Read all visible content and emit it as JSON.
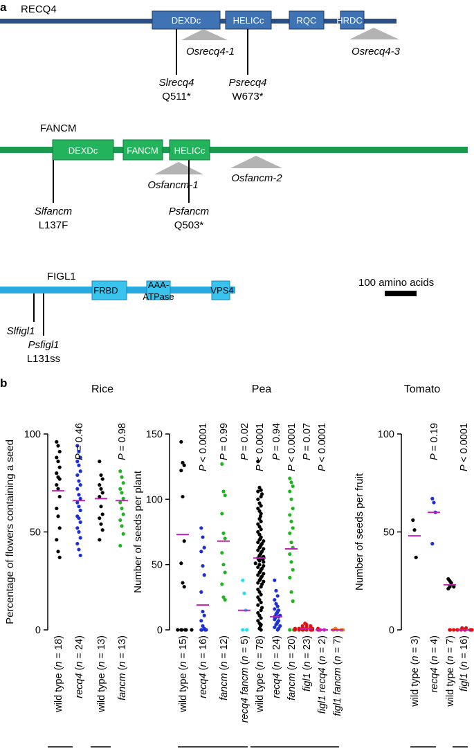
{
  "panel_a": {
    "label": "a",
    "scale_bar_label": "100 amino acids",
    "proteins": [
      {
        "name": "RECQ4",
        "color": "#2a4f86",
        "domain_color": "#3f73b4",
        "domains": [
          "DEXDc",
          "HELICc",
          "RQC",
          "HRDC"
        ],
        "deletions": [
          "Osrecq4-1",
          "Osrecq4-3"
        ],
        "mutations": [
          {
            "gene": "Slrecq4",
            "allele": "Q511*"
          },
          {
            "gene": "Psrecq4",
            "allele": "W673*"
          }
        ]
      },
      {
        "name": "FANCM",
        "color": "#1a9a4e",
        "domain_color": "#22b35c",
        "domains": [
          "DEXDc",
          "FANCM",
          "HELICc"
        ],
        "deletions": [
          "Osfancm-1",
          "Osfancm-2"
        ],
        "mutations": [
          {
            "gene": "Slfancm",
            "allele": "L137F"
          },
          {
            "gene": "Psfancm",
            "allele": "Q503*"
          }
        ]
      },
      {
        "name": "FIGL1",
        "color": "#27a9e1",
        "domain_color": "#39c4ee",
        "domains": [
          "FRBD",
          "AAA-",
          "ATPase",
          "VPS4"
        ],
        "deletions": [],
        "mutations": [
          {
            "gene": "Slfigl1",
            "allele": ""
          },
          {
            "gene": "Psfigl1",
            "allele": "L131ss"
          }
        ]
      }
    ]
  },
  "panel_b": {
    "label": "b",
    "colors": {
      "black": "#000000",
      "blue": "#1f2fd6",
      "green": "#20b520",
      "cyan": "#20e0f0",
      "red": "#e01010",
      "magenta": "#e010e0",
      "orange": "#f07a20",
      "median": "#c21fb8"
    }
  },
  "chart_data": [
    {
      "type": "scatter",
      "title": "Rice",
      "ylabel": "Percentage of flowers containing a seed",
      "ylim": [
        0,
        100
      ],
      "yticks": [
        "0",
        "50",
        "100"
      ],
      "categories": [
        "wild type (n = 18)",
        "recq4 (n = 24)",
        "wild type (n = 13)",
        "fancm (n = 13)"
      ],
      "p_values": [
        "",
        "P = 0.46",
        "",
        "P = 0.98"
      ],
      "series": [
        {
          "color": "black",
          "median": 71,
          "values": [
            96,
            94,
            91,
            88,
            86,
            83,
            80,
            78,
            77,
            74,
            72,
            68,
            62,
            58,
            52,
            46,
            40,
            37
          ]
        },
        {
          "color": "blue",
          "median": 66,
          "values": [
            94,
            91,
            88,
            86,
            84,
            81,
            79,
            76,
            74,
            72,
            69,
            67,
            65,
            63,
            61,
            58,
            57,
            55,
            52,
            50,
            47,
            44,
            41,
            38
          ]
        },
        {
          "color": "black",
          "median": 67,
          "values": [
            86,
            79,
            77,
            74,
            72,
            70,
            68,
            63,
            59,
            57,
            54,
            51,
            46
          ]
        },
        {
          "color": "green",
          "median": 66,
          "values": [
            81,
            78,
            75,
            72,
            70,
            67,
            65,
            62,
            59,
            56,
            53,
            49,
            43
          ]
        }
      ]
    },
    {
      "type": "scatter",
      "title": "Pea",
      "ylabel": "Number of seeds per plant",
      "ylim": [
        0,
        150
      ],
      "yticks": [
        "0",
        "50",
        "100",
        "150"
      ],
      "categories": [
        "wild type (n = 15)",
        "recq4 (n = 16)",
        "fancm (n = 12)",
        "recq4 fancm (n = 5)",
        "wild type (n = 78)",
        "recq4 (n = 24)",
        "fancm (n = 20)",
        "figl1 (n = 23)",
        "figl1 recq4 (n = 2)",
        "figl1 fancm (n = 7)"
      ],
      "p_values": [
        "",
        "P < 0.0001",
        "P = 0.99",
        "P = 0.02",
        "P < 0.0001",
        "P = 0.94",
        "P < 0.0001",
        "P = 0.07",
        "P < 0.0001",
        ""
      ],
      "series": [
        {
          "color": "black",
          "median": 73,
          "values": [
            144,
            128,
            126,
            122,
            102,
            68,
            51,
            36,
            33,
            0,
            0,
            0,
            0,
            0,
            0
          ]
        },
        {
          "color": "blue",
          "median": 19,
          "values": [
            78,
            71,
            63,
            60,
            49,
            42,
            29,
            14,
            11,
            7,
            3,
            1,
            0,
            0,
            0,
            0
          ]
        },
        {
          "color": "green",
          "median": 68,
          "values": [
            127,
            106,
            103,
            89,
            74,
            70,
            59,
            50,
            44,
            35,
            25,
            23
          ]
        },
        {
          "color": "cyan",
          "median": 15,
          "values": [
            38,
            28,
            15,
            0,
            0
          ]
        },
        {
          "color": "black",
          "median": 55,
          "values": [
            129,
            109,
            107,
            106,
            104,
            102,
            100,
            97,
            95,
            93,
            91,
            89,
            87,
            85,
            83,
            81,
            79,
            77,
            75,
            73,
            71,
            70,
            69,
            68,
            67,
            66,
            65,
            64,
            63,
            62,
            61,
            60,
            59,
            58,
            57,
            56,
            55,
            55,
            54,
            54,
            53,
            52,
            51,
            50,
            49,
            48,
            47,
            46,
            45,
            44,
            43,
            42,
            41,
            40,
            39,
            38,
            37,
            36,
            35,
            33,
            31,
            29,
            27,
            25,
            23,
            21,
            19,
            17,
            15,
            13,
            11,
            9,
            7,
            5,
            4,
            3,
            1,
            0
          ]
        },
        {
          "color": "blue",
          "median": 10,
          "values": [
            38,
            30,
            26,
            23,
            20,
            18,
            16,
            15,
            14,
            13,
            12,
            11,
            10,
            10,
            9,
            8,
            7,
            6,
            5,
            4,
            3,
            2,
            1,
            0
          ]
        },
        {
          "color": "green",
          "median": 62,
          "values": [
            116,
            113,
            110,
            106,
            100,
            93,
            88,
            83,
            78,
            74,
            67,
            63,
            58,
            52,
            46,
            40,
            29,
            22,
            0,
            0
          ]
        },
        {
          "color": "red",
          "median": 1,
          "values": [
            5,
            4,
            3,
            3,
            2,
            2,
            2,
            1,
            1,
            1,
            1,
            1,
            1,
            0,
            0,
            0,
            0,
            0,
            0,
            0,
            0,
            0,
            0
          ]
        },
        {
          "color": "magenta",
          "median": 0,
          "values": [
            0,
            0
          ]
        },
        {
          "color": "orange",
          "median": 0,
          "values": [
            1,
            0,
            0,
            0,
            0,
            0,
            0
          ]
        }
      ]
    },
    {
      "type": "scatter",
      "title": "Tomato",
      "ylabel": "Number of seeds per fruit",
      "ylim": [
        0,
        100
      ],
      "yticks": [
        "0",
        "50",
        "100"
      ],
      "categories": [
        "wild type (n = 3)",
        "recq4 (n = 4)",
        "wild type (n = 7)",
        "figl1 (n = 16)"
      ],
      "p_values": [
        "",
        "P = 0.19",
        "",
        "P < 0.0001"
      ],
      "series": [
        {
          "color": "black",
          "median": 48,
          "values": [
            56,
            51,
            37
          ]
        },
        {
          "color": "blue",
          "median": 60,
          "values": [
            67,
            65,
            60,
            44
          ]
        },
        {
          "color": "black",
          "median": 23,
          "values": [
            26,
            25,
            24,
            23,
            22,
            22,
            21
          ]
        },
        {
          "color": "red",
          "median": 0,
          "values": [
            1,
            1,
            0,
            0,
            0,
            0,
            0,
            0,
            0,
            0,
            0,
            0,
            0,
            0,
            0,
            0
          ]
        }
      ]
    }
  ]
}
